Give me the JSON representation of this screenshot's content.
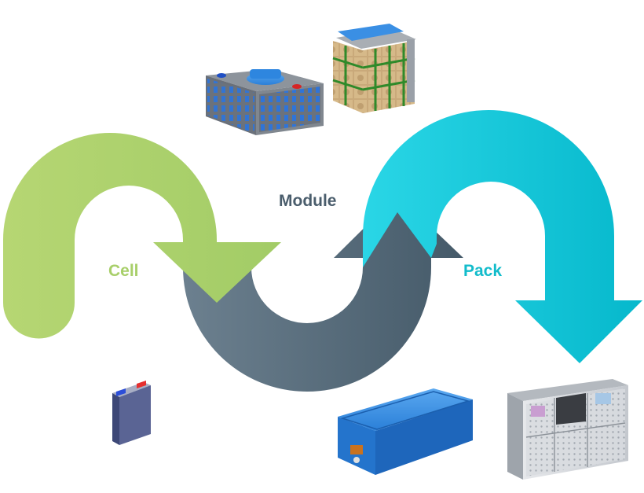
{
  "labels": {
    "cell": "Cell",
    "module": "Module",
    "pack": "Pack"
  },
  "colors": {
    "cell": "#a8cf6a",
    "module": "#4d6272",
    "pack": "#12c0d0",
    "module_label": "#4a5d6c",
    "pack_label": "#12bccb",
    "battery_blue": "#2f86db",
    "module_grey": "#6e7680",
    "module_side_blue": "#3d7fd6"
  },
  "images": [
    {
      "name": "prismatic-cell",
      "depicts": "single prismatic battery cell"
    },
    {
      "name": "module-small",
      "depicts": "battery module with blue cells"
    },
    {
      "name": "module-large",
      "depicts": "battery module with green frame"
    },
    {
      "name": "pack-blue",
      "depicts": "blue battery pack enclosure"
    },
    {
      "name": "pack-cabinet",
      "depicts": "grey battery pack cabinet"
    }
  ]
}
